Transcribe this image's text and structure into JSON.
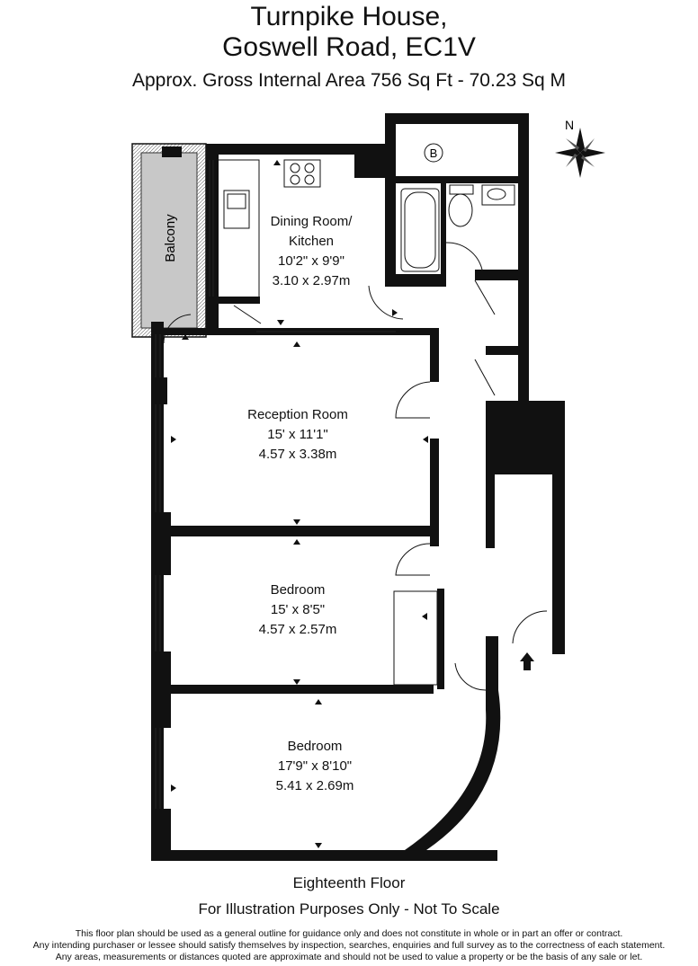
{
  "header": {
    "title_line1": "Turnpike House,",
    "title_line2": "Goswell Road, EC1V",
    "area": "Approx. Gross Internal Area   756 Sq Ft  -  70.23 Sq M"
  },
  "rooms": {
    "dining": {
      "name1": "Dining Room/",
      "name2": "Kitchen",
      "imperial": "10'2\" x 9'9\"",
      "metric": "3.10 x 2.97m"
    },
    "reception": {
      "name": "Reception Room",
      "imperial": "15' x 11'1\"",
      "metric": "4.57 x 3.38m"
    },
    "bedroom1": {
      "name": "Bedroom",
      "imperial": "15' x 8'5\"",
      "metric": "4.57 x 2.57m"
    },
    "bedroom2": {
      "name": "Bedroom",
      "imperial": "17'9\" x 8'10\"",
      "metric": "5.41 x 2.69m"
    },
    "balcony": {
      "name": "Balcony"
    },
    "boiler": {
      "label": "B"
    }
  },
  "compass": {
    "label": "N"
  },
  "footer": {
    "floor": "Eighteenth Floor",
    "note": "For Illustration Purposes Only - Not To Scale",
    "disclaimer1": "This floor plan should be used as a general outline for guidance only and does not constitute in whole or in part an offer or contract.",
    "disclaimer2": "Any intending purchaser or lessee should satisfy themselves by inspection, searches, enquiries and full survey as to the correctness of each statement.",
    "disclaimer3": "Any areas, measurements or distances quoted are approximate and should not be used to value a property or be the basis of any sale or let."
  }
}
